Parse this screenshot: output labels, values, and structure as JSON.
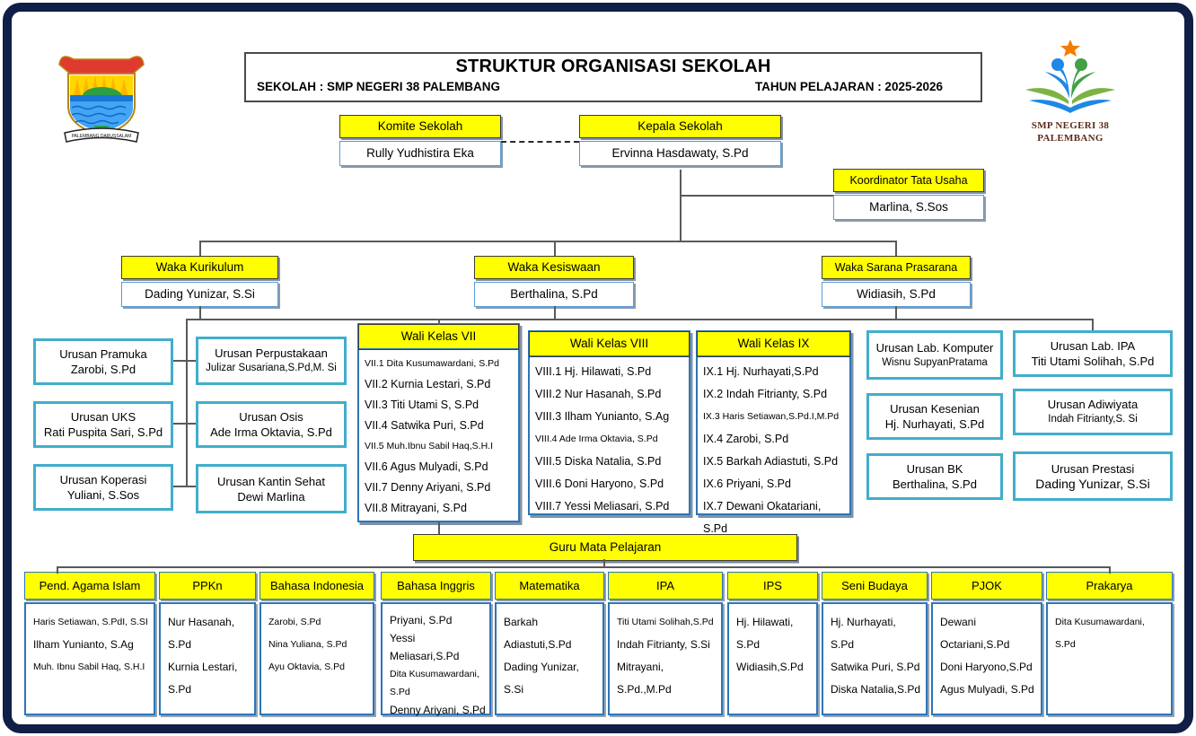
{
  "header": {
    "title": "STRUKTUR ORGANISASI SEKOLAH",
    "school_label": "SEKOLAH : SMP NEGERI 38 PALEMBANG",
    "year_label": "TAHUN PELAJARAN : 2025-2026",
    "left_logo_banner": "PALEMBANG DARUSSALAM",
    "right_logo_line1": "SMP NEGERI 38",
    "right_logo_line2": "PALEMBANG"
  },
  "top": {
    "komite": {
      "title": "Komite Sekolah",
      "name": "Rully Yudhistira Eka"
    },
    "kepala": {
      "title": "Kepala Sekolah",
      "name": "Ervinna Hasdawaty, S.Pd"
    },
    "tatausaha": {
      "title": "Koordinator Tata Usaha",
      "name": "Marlina, S.Sos"
    }
  },
  "waka": [
    {
      "title": "Waka Kurikulum",
      "name": "Dading Yunizar, S.Si"
    },
    {
      "title": "Waka Kesiswaan",
      "name": "Berthalina, S.Pd"
    },
    {
      "title": "Waka Sarana Prasarana",
      "name": "Widiasih, S.Pd"
    }
  ],
  "urusan_left": [
    {
      "title": "Urusan Pramuka",
      "name": "Zarobi, S.Pd"
    },
    {
      "title": "Urusan UKS",
      "name": "Rati Puspita Sari, S.Pd"
    },
    {
      "title": "Urusan Koperasi",
      "name": "Yuliani, S.Sos"
    },
    {
      "title": "Urusan Perpustakaan",
      "name": "Julizar Susariana,S.Pd,M. Si"
    },
    {
      "title": "Urusan Osis",
      "name": "Ade Irma Oktavia, S.Pd"
    },
    {
      "title": "Urusan Kantin Sehat",
      "name": "Dewi Marlina"
    }
  ],
  "urusan_right": [
    {
      "title": "Urusan Lab. Komputer",
      "name": "Wisnu SupyanPratama"
    },
    {
      "title": "Urusan Kesenian",
      "name": "Hj. Nurhayati, S.Pd"
    },
    {
      "title": "Urusan BK",
      "name": "Berthalina, S.Pd"
    },
    {
      "title": "Urusan Lab. IPA",
      "name": "Titi Utami Solihah, S.Pd"
    },
    {
      "title": "Urusan Adiwiyata",
      "name": "Indah Fitrianty,S. Si"
    },
    {
      "title": "Urusan Prestasi",
      "name": "Dading Yunizar, S.Si"
    }
  ],
  "wali": [
    {
      "title": "Wali Kelas VII",
      "members": [
        "VII.1 Dita Kusumawardani, S.Pd",
        "VII.2 Kurnia Lestari, S.Pd",
        "VII.3 Titi Utami S, S.Pd",
        "VII.4 Satwika Puri, S.Pd",
        "VII.5 Muh.Ibnu Sabil Haq,S.H.I",
        "VII.6 Agus Mulyadi, S.Pd",
        "VII.7 Denny Ariyani, S.Pd",
        "VII.8 Mitrayani, S.Pd"
      ]
    },
    {
      "title": "Wali Kelas VIII",
      "members": [
        "VIII.1 Hj. Hilawati, S.Pd",
        "VIII.2 Nur Hasanah, S.Pd",
        "VIII.3 Ilham Yunianto, S.Ag",
        "VIII.4 Ade Irma Oktavia, S.Pd",
        "VIII.5 Diska Natalia, S.Pd",
        "VIII.6 Doni Haryono, S.Pd",
        "VIII.7 Yessi Meliasari, S.Pd"
      ]
    },
    {
      "title": "Wali Kelas IX",
      "members": [
        "IX.1 Hj. Nurhayati,S.Pd",
        "IX.2 Indah Fitrianty, S.Pd",
        "IX.3 Haris Setiawan,S.Pd.I,M.Pd",
        "IX.4 Zarobi, S.Pd",
        "IX.5 Barkah Adiastuti, S.Pd",
        "IX.6 Priyani, S.Pd",
        "IX.7 Dewani Okatariani, S.Pd"
      ]
    }
  ],
  "guru": {
    "title": "Guru Mata Pelajaran",
    "subjects": [
      {
        "title": "Pend. Agama Islam",
        "members": [
          "Haris Setiawan, S.PdI, S.SI",
          "Ilham Yunianto, S.Ag",
          "Muh. Ibnu Sabil Haq, S.H.I"
        ]
      },
      {
        "title": "PPKn",
        "members": [
          "Nur Hasanah, S.Pd",
          "Kurnia Lestari, S.Pd"
        ]
      },
      {
        "title": "Bahasa Indonesia",
        "members": [
          "Zarobi, S.Pd",
          "Nina Yuliana, S.Pd",
          "Ayu Oktavia, S.Pd"
        ]
      },
      {
        "title": "Bahasa Inggris",
        "members": [
          "Priyani, S.Pd",
          "Yessi Meliasari,S.Pd",
          "Dita Kusumawardani, S.Pd",
          "Denny Ariyani, S.Pd"
        ]
      },
      {
        "title": "Matematika",
        "members": [
          "Barkah Adiastuti,S.Pd",
          "Dading Yunizar, S.Si"
        ]
      },
      {
        "title": "IPA",
        "members": [
          "Titi Utami Solihah,S.Pd",
          "Indah Fitrianty, S.Si",
          "Mitrayani, S.Pd.,M.Pd"
        ]
      },
      {
        "title": "IPS",
        "members": [
          "Hj. Hilawati, S.Pd",
          "Widiasih,S.Pd"
        ]
      },
      {
        "title": "Seni Budaya",
        "members": [
          "Hj. Nurhayati, S.Pd",
          "Satwika Puri, S.Pd",
          "Diska Natalia,S.Pd"
        ]
      },
      {
        "title": "PJOK",
        "members": [
          "Dewani Octariani,S.Pd",
          "Doni Haryono,S.Pd",
          "Agus Mulyadi, S.Pd"
        ]
      },
      {
        "title": "Prakarya",
        "members": [
          "Dita Kusumawardani, S.Pd"
        ]
      }
    ]
  },
  "colors": {
    "header_fill": "#ffff00",
    "name_border_blue": "#5b9bd5",
    "box_border_blue": "#2e75b6",
    "urusan_border_teal": "#41aecc",
    "connector_gray": "#5a5a5a",
    "outer_frame_navy": "#0f1f46",
    "logo_caption_brown": "#5d2b1a",
    "logo_star_orange": "#f57c00",
    "logo_blue": "#1e88e5",
    "logo_green": "#43a047"
  }
}
